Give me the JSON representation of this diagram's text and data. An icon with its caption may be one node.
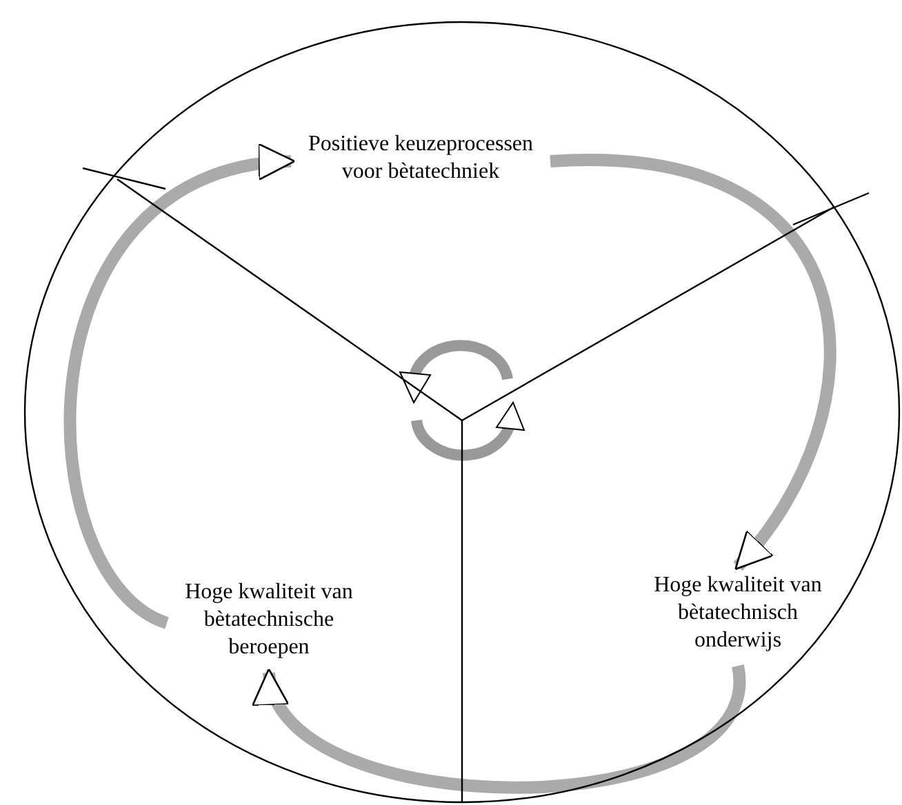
{
  "diagram": {
    "nodes": [
      {
        "text": [],
        "shape": "circle"
      },
      {
        "text": [
          "Positieve keuzeprocessen voor bètatechniek"
        ],
        "in": 0
      },
      {
        "text": [
          "Hoge kwaliteit van bètatechnisch onderwijs"
        ],
        "in": 0
      },
      {
        "text": [
          "Hoge kwaliteit van bètatechnische beroepen"
        ],
        "in": 0
      }
    ],
    "edges": [
      {
        "from": 3,
        "to": 1,
        "arrow": "to"
      },
      {
        "from": 1,
        "to": 2,
        "arrow": "to"
      },
      {
        "from": 2,
        "to": 3,
        "arrow": "to"
      }
    ]
  }
}
